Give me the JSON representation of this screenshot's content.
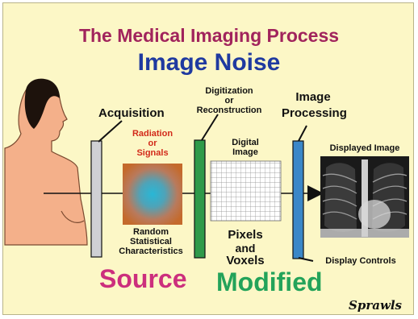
{
  "title": "The Medical Imaging Process",
  "subtitle": "Image Noise",
  "labels": {
    "acquisition": "Acquisition",
    "radiation": [
      "Radiation",
      "or",
      "Signals"
    ],
    "random": [
      "Random",
      "Statistical",
      "Characteristics"
    ],
    "digitization": [
      "Digitization",
      "or",
      "Reconstruction"
    ],
    "digital_image": [
      "Digital",
      "Image"
    ],
    "pixels": [
      "Pixels",
      "and",
      "Voxels"
    ],
    "image_processing": [
      "Image",
      "Processing"
    ],
    "displayed_image": "Displayed Image",
    "display_controls": "Display Controls"
  },
  "bottom": {
    "source": "Source",
    "modified": "Modified"
  },
  "signature": "Sprawls",
  "colors": {
    "title": "#a1245c",
    "subtitle": "#1f3aa0",
    "source": "#cc2f7d",
    "modified": "#23a35a",
    "radiation": "#d22a1a"
  },
  "icons": [
    "patient-silhouette",
    "acquisition-panel",
    "noise-gradient-image",
    "digitization-panel",
    "pixel-grid",
    "processing-panel",
    "chest-xray"
  ]
}
